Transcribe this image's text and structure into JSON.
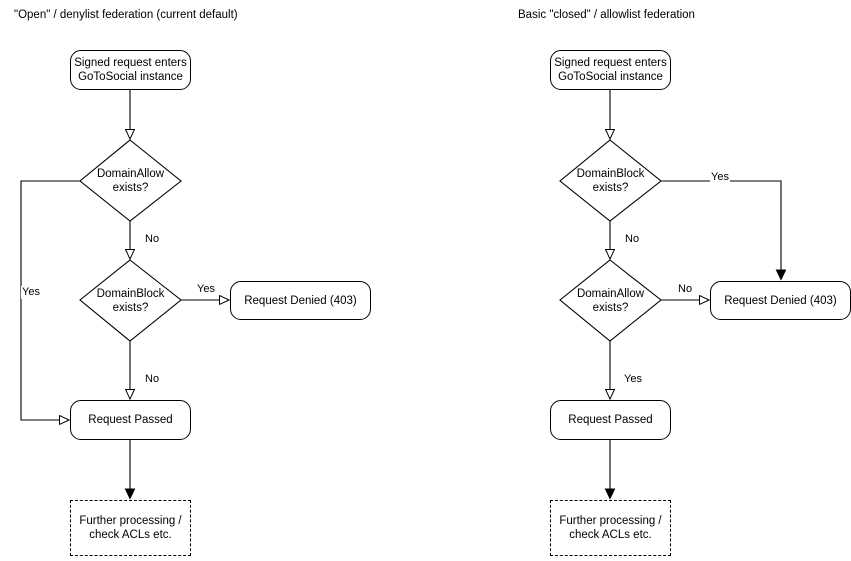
{
  "diagram": {
    "type": "flowchart",
    "panels": [
      {
        "id": "open-denylist",
        "title": "\"Open\" / denylist federation (current default)",
        "nodes": [
          {
            "id": "entry",
            "shape": "rounded-rect",
            "label": "Signed request enters\nGoToSocial instance",
            "line1": "Signed request enters",
            "line2": "GoToSocial instance"
          },
          {
            "id": "d1",
            "shape": "diamond",
            "line1": "DomainAllow",
            "line2": "exists?"
          },
          {
            "id": "d2",
            "shape": "diamond",
            "line1": "DomainBlock",
            "line2": "exists?"
          },
          {
            "id": "denied",
            "shape": "rounded-rect",
            "label": "Request Denied (403)"
          },
          {
            "id": "passed",
            "shape": "rounded-rect",
            "label": "Request Passed"
          },
          {
            "id": "further",
            "shape": "dashed-rect",
            "line1": "Further processing /",
            "line2": "check ACLs etc."
          }
        ],
        "edges": [
          {
            "from": "entry",
            "to": "d1",
            "label": ""
          },
          {
            "from": "d1",
            "to": "passed",
            "label": "Yes"
          },
          {
            "from": "d1",
            "to": "d2",
            "label": "No"
          },
          {
            "from": "d2",
            "to": "denied",
            "label": "Yes"
          },
          {
            "from": "d2",
            "to": "passed",
            "label": "No"
          },
          {
            "from": "passed",
            "to": "further",
            "label": ""
          }
        ]
      },
      {
        "id": "closed-allowlist",
        "title": "Basic \"closed\" / allowlist federation",
        "nodes": [
          {
            "id": "entry",
            "shape": "rounded-rect",
            "label": "Signed request enters\nGoToSocial instance",
            "line1": "Signed request enters",
            "line2": "GoToSocial instance"
          },
          {
            "id": "d1",
            "shape": "diamond",
            "line1": "DomainBlock",
            "line2": "exists?"
          },
          {
            "id": "d2",
            "shape": "diamond",
            "line1": "DomainAllow",
            "line2": "exists?"
          },
          {
            "id": "denied",
            "shape": "rounded-rect",
            "label": "Request Denied (403)"
          },
          {
            "id": "passed",
            "shape": "rounded-rect",
            "label": "Request Passed"
          },
          {
            "id": "further",
            "shape": "dashed-rect",
            "line1": "Further processing /",
            "line2": "check ACLs etc."
          }
        ],
        "edges": [
          {
            "from": "entry",
            "to": "d1",
            "label": ""
          },
          {
            "from": "d1",
            "to": "denied",
            "label": "Yes"
          },
          {
            "from": "d1",
            "to": "d2",
            "label": "No"
          },
          {
            "from": "d2",
            "to": "denied",
            "label": "No"
          },
          {
            "from": "d2",
            "to": "passed",
            "label": "Yes"
          },
          {
            "from": "passed",
            "to": "further",
            "label": ""
          }
        ]
      }
    ],
    "colors": {
      "stroke": "#000000",
      "fill": "#ffffff",
      "text": "#000000"
    }
  }
}
